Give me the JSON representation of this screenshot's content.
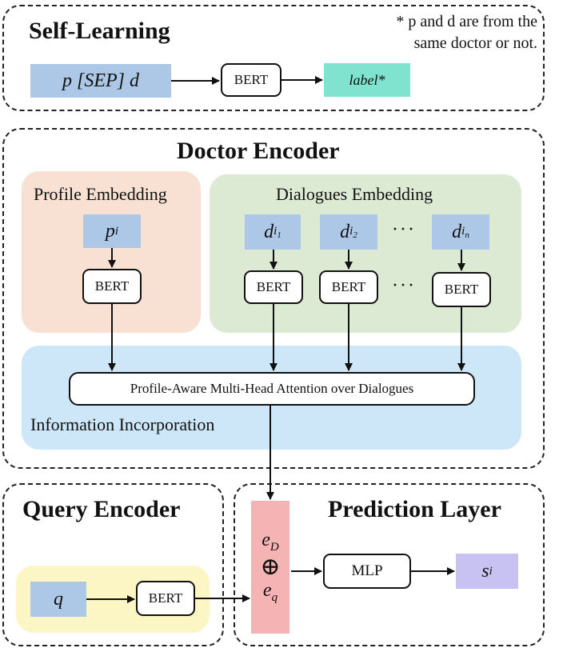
{
  "self_learning": {
    "title": "Self-Learning",
    "note_line1": "* p and d are from the",
    "note_line2": "same doctor or not.",
    "input_label": "p [SEP] d",
    "bert": "BERT",
    "output_label": "label*"
  },
  "doctor_encoder": {
    "title": "Doctor Encoder",
    "profile": {
      "title": "Profile Embedding",
      "token": "p",
      "token_sub": "i",
      "bert": "BERT"
    },
    "dialogues": {
      "title": "Dialogues Embedding",
      "tokens": [
        {
          "base": "d",
          "sub": "i",
          "subsub": "1"
        },
        {
          "base": "d",
          "sub": "i",
          "subsub": "2"
        },
        {
          "base": "d",
          "sub": "i",
          "subsub": "n"
        }
      ],
      "bert": "BERT",
      "ellipsis": "···"
    },
    "attention_label": "Profile-Aware Multi-Head Attention over Dialogues",
    "incorporation_label": "Information Incorporation"
  },
  "query_encoder": {
    "title": "Query Encoder",
    "token": "q",
    "bert": "BERT"
  },
  "prediction_layer": {
    "title": "Prediction Layer",
    "e_d": "e",
    "e_d_sub": "D",
    "oplus": "⊕",
    "e_q": "e",
    "e_q_sub": "q",
    "mlp": "MLP",
    "score": "s",
    "score_sub": "i"
  },
  "colors": {
    "token_blue": "#adc8e6",
    "label_teal": "#7fe3cf",
    "profile_bg": "#f8e0d2",
    "dialogues_bg": "#dcead3",
    "incorporation_bg": "#cde7f8",
    "query_bg": "#fbf6c3",
    "concat_red": "#f6b3b3",
    "score_purple": "#c8c2f2"
  }
}
